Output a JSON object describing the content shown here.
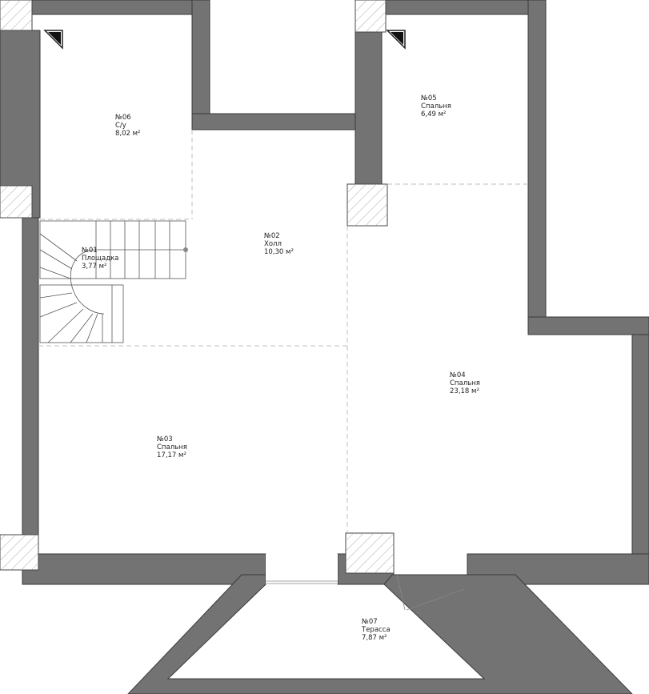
{
  "rooms": [
    {
      "id": "01",
      "number": "№01",
      "name": "Площадка",
      "area": "3,77 м²"
    },
    {
      "id": "02",
      "number": "№02",
      "name": "Холл",
      "area": "10,30 м²"
    },
    {
      "id": "03",
      "number": "№03",
      "name": "Спальня",
      "area": "17,17 м²"
    },
    {
      "id": "04",
      "number": "№04",
      "name": "Спальня",
      "area": "23,18 м²"
    },
    {
      "id": "05",
      "number": "№05",
      "name": "Спальня",
      "area": "6,49 м²"
    },
    {
      "id": "06",
      "number": "№06",
      "name": "С/у",
      "area": "8,02 м²"
    },
    {
      "id": "07",
      "number": "№07",
      "name": "Терасса",
      "area": "7,87 м²"
    }
  ],
  "colors": {
    "wall": "#737373",
    "outline": "#3a3a3a",
    "zone_line": "#bdbdbd"
  }
}
